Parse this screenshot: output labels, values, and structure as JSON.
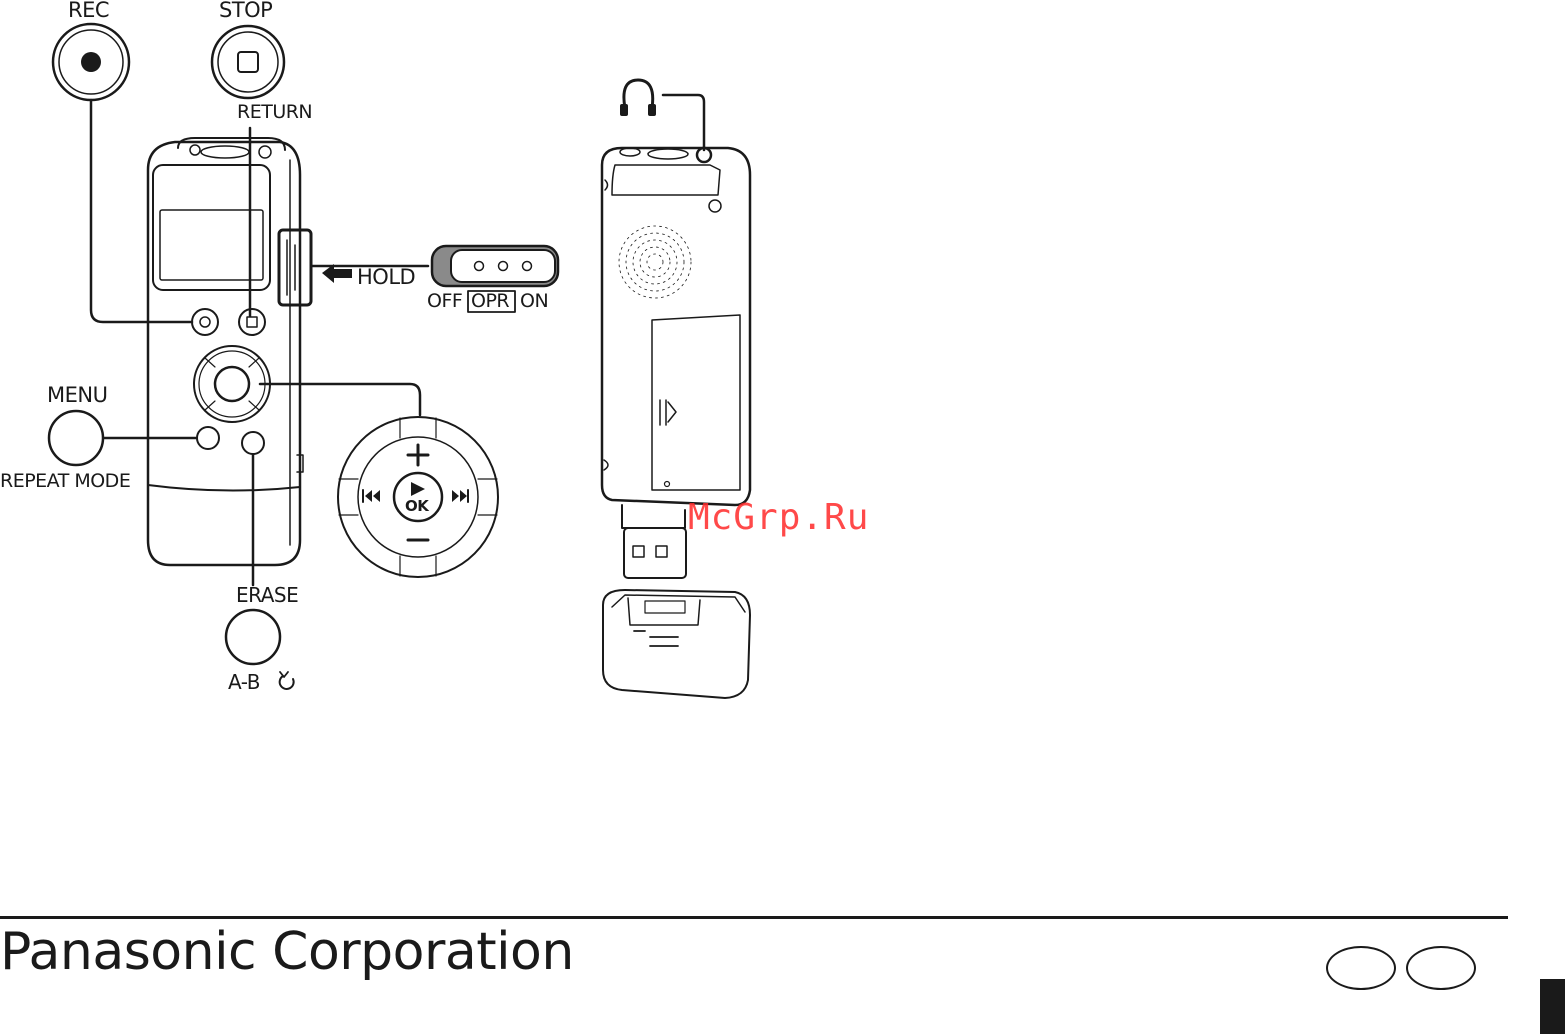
{
  "diagram": {
    "labels": {
      "rec": "REC",
      "stop": "STOP",
      "return": "RETURN",
      "hold": "HOLD",
      "off": "OFF",
      "opr": "OPR",
      "on": "ON",
      "menu": "MENU",
      "repeat_mode": "REPEAT MODE",
      "erase": "ERASE",
      "ab": "A-B",
      "ok": "OK"
    },
    "icons": [
      "record-icon",
      "stop-icon",
      "headphones-icon",
      "arrow-left-icon",
      "play-icon",
      "skip-back-icon",
      "skip-forward-icon",
      "plus-icon",
      "minus-icon",
      "repeat-icon"
    ]
  },
  "watermark": "McGrp.Ru",
  "footer": {
    "company": "Panasonic Corporation"
  },
  "colors": {
    "ink": "#1a1a1a",
    "watermark": "#ff2a2a",
    "switch_grey": "#8a8a8a"
  }
}
